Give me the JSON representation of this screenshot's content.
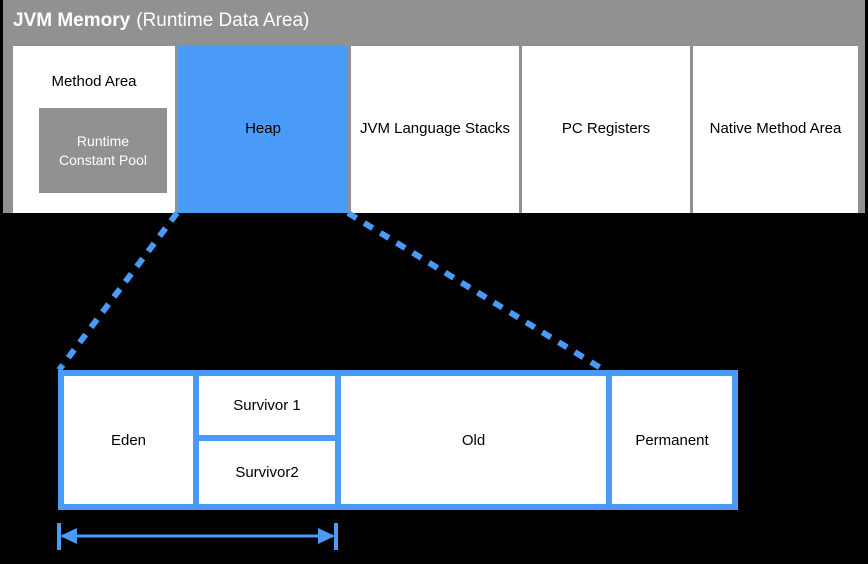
{
  "diagram": {
    "title_bold": "JVM Memory",
    "title_normal": "(Runtime Data Area)",
    "colors": {
      "background": "#000000",
      "container_gray": "#919191",
      "accent_blue": "#4a9bf7",
      "cell_white": "#ffffff",
      "text_dark": "#000000",
      "text_light": "#ffffff"
    }
  },
  "runtime_data_area": {
    "cells": [
      {
        "label": "Method Area",
        "fill": "white"
      },
      {
        "label": "Heap",
        "fill": "blue"
      },
      {
        "label": "JVM Language Stacks",
        "fill": "white"
      },
      {
        "label": "PC Registers",
        "fill": "white"
      },
      {
        "label": "Native Method Area",
        "fill": "white"
      }
    ],
    "nested": {
      "runtime_constant_pool": "Runtime\nConstant Pool",
      "runtime_constant_pool_line1": "Runtime",
      "runtime_constant_pool_line2": "Constant Pool"
    }
  },
  "heap_detail": {
    "regions": [
      {
        "label": "Eden"
      },
      {
        "label": "Survivor 1"
      },
      {
        "label": "Survivor2"
      },
      {
        "label": "Old"
      },
      {
        "label": "Permanent"
      }
    ],
    "dimension_arrow": {
      "label": "",
      "spans_regions": [
        "Eden",
        "Survivor 1",
        "Survivor2"
      ],
      "double_headed": true
    }
  },
  "connectors": {
    "style": "dashed",
    "color": "#4a9bf7",
    "description": "Two dashed lines expanding the Heap cell into the detailed heap layout below"
  }
}
